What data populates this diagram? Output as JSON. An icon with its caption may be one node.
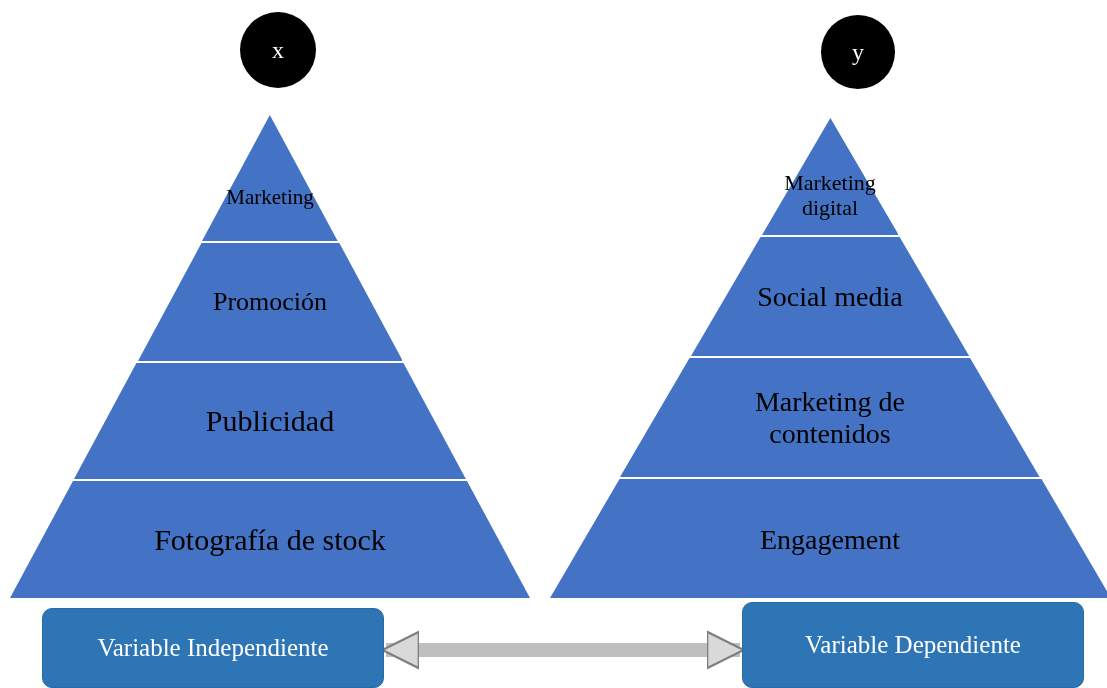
{
  "diagram": {
    "nodes": [
      {
        "text": [
          "x"
        ]
      },
      {
        "text": [
          "y"
        ]
      },
      {
        "text": [
          "Marketing"
        ]
      },
      {
        "text": [
          "Promoción"
        ]
      },
      {
        "text": [
          "Publicidad"
        ]
      },
      {
        "text": [
          "Fotografía de stock"
        ]
      },
      {
        "text": [
          "Marketing digital"
        ]
      },
      {
        "text": [
          "Social media"
        ]
      },
      {
        "text": [
          "Marketing de contenidos"
        ]
      },
      {
        "text": [
          "Engagement"
        ]
      },
      {
        "text": [
          "Variable Independiente"
        ]
      },
      {
        "text": [
          "Variable Dependiente"
        ]
      }
    ],
    "edges": [
      {
        "from": 10,
        "to": 11,
        "arrow": "both"
      }
    ]
  }
}
